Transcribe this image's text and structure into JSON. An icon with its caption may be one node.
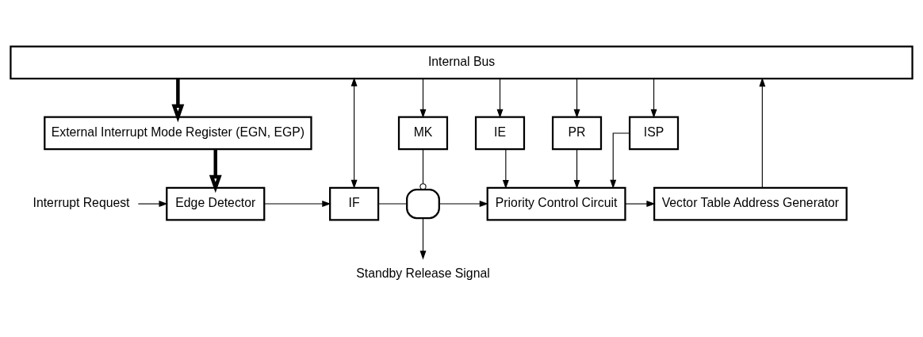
{
  "diagram": {
    "nodes": [
      {
        "text": [
          "Internal Bus"
        ]
      },
      {
        "text": [
          "External Interrupt Mode Register (EGN, EGP)"
        ]
      },
      {
        "text": [
          "MK"
        ]
      },
      {
        "text": [
          "IE"
        ]
      },
      {
        "text": [
          "PR"
        ]
      },
      {
        "text": [
          "ISP"
        ]
      },
      {
        "text": [
          "Interrupt Request"
        ]
      },
      {
        "text": [
          "Edge Detector"
        ]
      },
      {
        "text": [
          "IF"
        ]
      },
      {
        "text": [],
        "shape": "gate"
      },
      {
        "text": [
          "Priority Control Circuit"
        ]
      },
      {
        "text": [
          "Vector Table Address Generator"
        ]
      },
      {
        "text": [
          "Standby Release Signal"
        ]
      }
    ],
    "edges": [
      {
        "from": 0,
        "to": 1,
        "arrow": "to",
        "style": "thick"
      },
      {
        "from": 1,
        "to": 7,
        "arrow": "to",
        "style": "thick"
      },
      {
        "from": 0,
        "to": 8,
        "arrow": "both"
      },
      {
        "from": 0,
        "to": 2,
        "arrow": "to"
      },
      {
        "from": 0,
        "to": 3,
        "arrow": "to"
      },
      {
        "from": 0,
        "to": 4,
        "arrow": "to"
      },
      {
        "from": 0,
        "to": 5,
        "arrow": "to"
      },
      {
        "from": 11,
        "to": 0,
        "arrow": "to"
      },
      {
        "from": 6,
        "to": 7,
        "arrow": "to"
      },
      {
        "from": 7,
        "to": 8,
        "arrow": "to"
      },
      {
        "from": 2,
        "to": 9,
        "arrow": "other"
      },
      {
        "from": 8,
        "to": 9,
        "arrow": "none"
      },
      {
        "from": 9,
        "to": 10,
        "arrow": "to"
      },
      {
        "from": 9,
        "to": 12,
        "arrow": "to"
      },
      {
        "from": 3,
        "to": 10,
        "arrow": "to"
      },
      {
        "from": 4,
        "to": 10,
        "arrow": "to"
      },
      {
        "from": 5,
        "to": 10,
        "arrow": "to"
      },
      {
        "from": 10,
        "to": 11,
        "arrow": "to"
      }
    ]
  }
}
